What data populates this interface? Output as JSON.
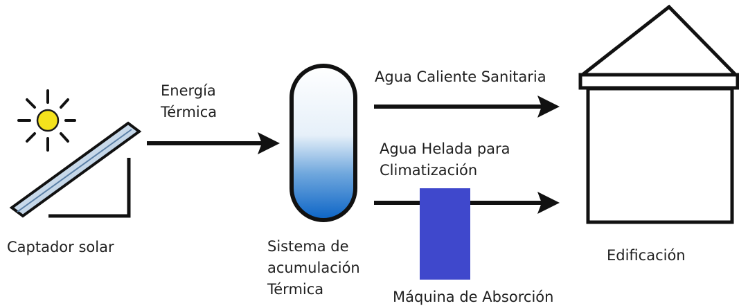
{
  "diagram": {
    "solar_collector": {
      "label": "Captador solar",
      "icon": "sun-icon"
    },
    "energy_flow": {
      "label_line1": "Energía",
      "label_line2": "Térmica"
    },
    "storage_tank": {
      "label_line1": "Sistema de",
      "label_line2": "acumulación",
      "label_line3": "Térmica"
    },
    "hot_water_flow": {
      "label": "Agua Caliente Sanitaria"
    },
    "chilled_water_flow": {
      "label_line1": "Agua Helada para",
      "label_line2": "Climatización"
    },
    "absorption_machine": {
      "label": "Máquina de Absorción"
    },
    "building": {
      "label": "Edificación",
      "icon": "house-icon"
    },
    "colors": {
      "sun": "#f4e21c",
      "tank_gradient_top": "#ffffff",
      "tank_gradient_bottom": "#0b64c6",
      "absorption_machine": "#3f48cc",
      "panel_glass": "#a8c4de",
      "stroke": "#111111"
    }
  }
}
